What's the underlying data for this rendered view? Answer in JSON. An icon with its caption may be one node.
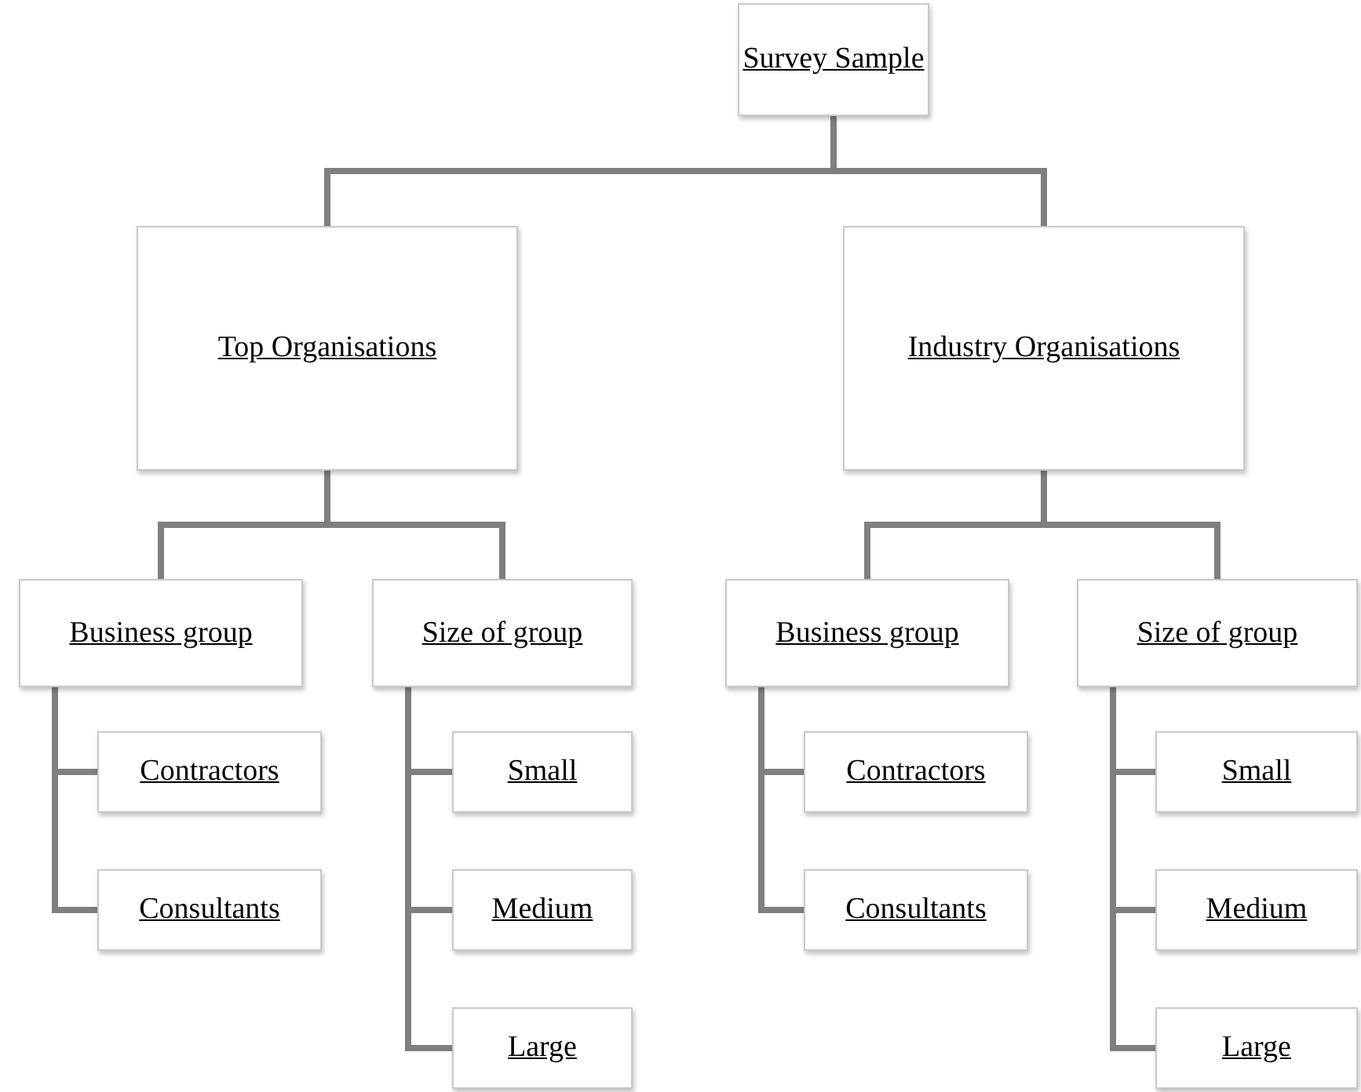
{
  "diagram": {
    "nodes": [
      {
        "text": [
          "Survey Sample"
        ]
      },
      {
        "text": [
          "Top Organisations"
        ]
      },
      {
        "text": [
          "Industry Organisations"
        ]
      },
      {
        "text": [
          "Business group"
        ]
      },
      {
        "text": [
          "Size of group"
        ]
      },
      {
        "text": [
          "Contractors"
        ]
      },
      {
        "text": [
          "Consultants"
        ]
      },
      {
        "text": [
          "Small"
        ]
      },
      {
        "text": [
          "Medium"
        ]
      },
      {
        "text": [
          "Large"
        ]
      },
      {
        "text": [
          "Business group"
        ]
      },
      {
        "text": [
          "Size of group"
        ]
      },
      {
        "text": [
          "Contractors"
        ]
      },
      {
        "text": [
          "Consultants"
        ]
      },
      {
        "text": [
          "Small"
        ]
      },
      {
        "text": [
          "Medium"
        ]
      },
      {
        "text": [
          "Large"
        ]
      }
    ],
    "edges": [
      {
        "from": 0,
        "to": 1,
        "arrow": "none"
      },
      {
        "from": 0,
        "to": 2,
        "arrow": "none"
      },
      {
        "from": 1,
        "to": 3,
        "arrow": "none"
      },
      {
        "from": 1,
        "to": 4,
        "arrow": "none"
      },
      {
        "from": 3,
        "to": 5,
        "arrow": "none"
      },
      {
        "from": 3,
        "to": 6,
        "arrow": "none"
      },
      {
        "from": 4,
        "to": 7,
        "arrow": "none"
      },
      {
        "from": 4,
        "to": 8,
        "arrow": "none"
      },
      {
        "from": 4,
        "to": 9,
        "arrow": "none"
      },
      {
        "from": 2,
        "to": 10,
        "arrow": "none"
      },
      {
        "from": 2,
        "to": 11,
        "arrow": "none"
      },
      {
        "from": 10,
        "to": 12,
        "arrow": "none"
      },
      {
        "from": 10,
        "to": 13,
        "arrow": "none"
      },
      {
        "from": 11,
        "to": 14,
        "arrow": "none"
      },
      {
        "from": 11,
        "to": 15,
        "arrow": "none"
      },
      {
        "from": 11,
        "to": 16,
        "arrow": "none"
      }
    ]
  }
}
